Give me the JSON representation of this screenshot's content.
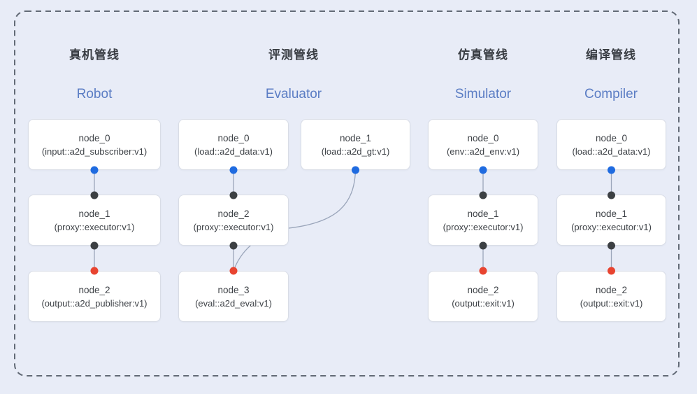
{
  "diagram": {
    "colors": {
      "background": "#e8ecf7",
      "node_fill": "#ffffff",
      "node_border": "#d9dde6",
      "edge": "#9aa5ba",
      "frame_border": "#626a76",
      "title_zh_color": "#393d43",
      "title_en_color": "#5b7dc4",
      "port_source_output": "#1f6be0",
      "port_intermediate": "#3c4043",
      "port_sink_input": "#e84430"
    },
    "pipelines": [
      {
        "title_zh": "真机管线",
        "title_en": "Robot",
        "nodes": [
          {
            "name": "node_0",
            "type": "(input::a2d_subscriber:v1)"
          },
          {
            "name": "node_1",
            "type": "(proxy::executor:v1)"
          },
          {
            "name": "node_2",
            "type": "(output::a2d_publisher:v1)"
          }
        ],
        "edges": [
          "node_0 -> node_1",
          "node_1 -> node_2"
        ]
      },
      {
        "title_zh": "评测管线",
        "title_en": "Evaluator",
        "nodes": [
          {
            "name": "node_0",
            "type": "(load::a2d_data:v1)"
          },
          {
            "name": "node_1",
            "type": "(load::a2d_gt:v1)"
          },
          {
            "name": "node_2",
            "type": "(proxy::executor:v1)"
          },
          {
            "name": "node_3",
            "type": "(eval::a2d_eval:v1)"
          }
        ],
        "edges": [
          "node_0 -> node_2",
          "node_1 -> node_3",
          "node_2 -> node_3"
        ]
      },
      {
        "title_zh": "仿真管线",
        "title_en": "Simulator",
        "nodes": [
          {
            "name": "node_0",
            "type": "(env::a2d_env:v1)"
          },
          {
            "name": "node_1",
            "type": "(proxy::executor:v1)"
          },
          {
            "name": "node_2",
            "type": "(output::exit:v1)"
          }
        ],
        "edges": [
          "node_0 -> node_1",
          "node_1 -> node_2"
        ]
      },
      {
        "title_zh": "编译管线",
        "title_en": "Compiler",
        "nodes": [
          {
            "name": "node_0",
            "type": "(load::a2d_data:v1)"
          },
          {
            "name": "node_1",
            "type": "(proxy::executor:v1)"
          },
          {
            "name": "node_2",
            "type": "(output::exit:v1)"
          }
        ],
        "edges": [
          "node_0 -> node_1",
          "node_1 -> node_2"
        ]
      }
    ]
  }
}
